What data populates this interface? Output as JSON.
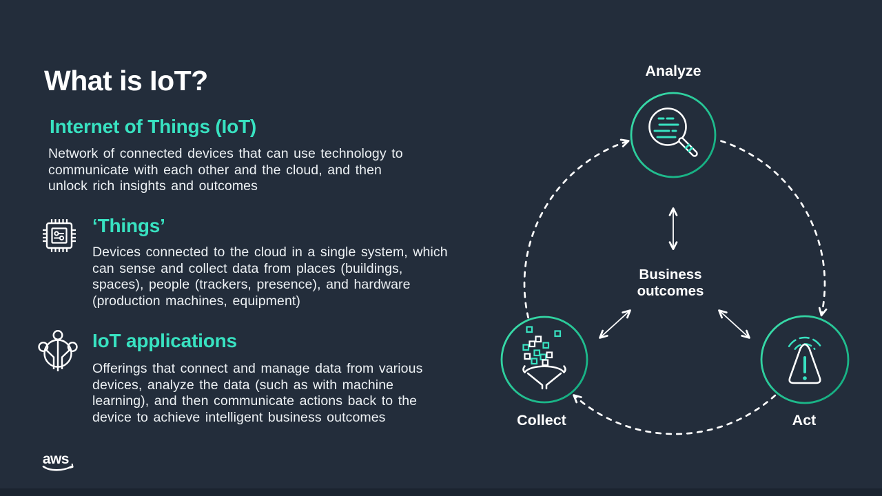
{
  "title": "What is IoT?",
  "definition": {
    "heading": "Internet of Things (IoT)",
    "lines": [
      "Network of connected devices that can use technology to",
      "communicate with each other and the cloud, and then",
      "unlock rich insights and outcomes"
    ]
  },
  "things": {
    "icon": "chip-icon",
    "heading": "‘Things’",
    "lines": [
      "Devices connected to the cloud in a single system, which",
      "can sense and collect data from places (buildings,",
      "spaces), people (trackers, presence), and hardware",
      "(production machines, equipment)"
    ]
  },
  "applications": {
    "icon": "iot-network-icon",
    "heading": "IoT applications",
    "lines": [
      "Offerings that connect and manage data from various",
      "devices, analyze the data (such as with machine",
      "learning), and then communicate actions back to the",
      "device to achieve intelligent business outcomes"
    ]
  },
  "diagram": {
    "type": "cycle",
    "nodes": [
      {
        "label": "Analyze",
        "icon": "magnifying-glass-icon",
        "position": "top"
      },
      {
        "label": "Collect",
        "icon": "funnel-data-icon",
        "position": "bottom-left"
      },
      {
        "label": "Act",
        "icon": "alert-signal-icon",
        "position": "bottom-right"
      }
    ],
    "center": {
      "line1": "Business",
      "line2": "outcomes"
    },
    "flow": "Collect → Analyze → Act → Collect"
  },
  "footer": {
    "logo": "aws",
    "logo_icon": "aws-smile-logo"
  },
  "colors": {
    "background": "#232D3B",
    "accent_teal": "#38E2C1",
    "node_stroke_start": "#3EE2AF",
    "node_stroke_end": "#10A87C",
    "text_primary": "#FFFFFF",
    "text_body": "#EDF1F4",
    "bottom_strip": "#1B2430"
  }
}
